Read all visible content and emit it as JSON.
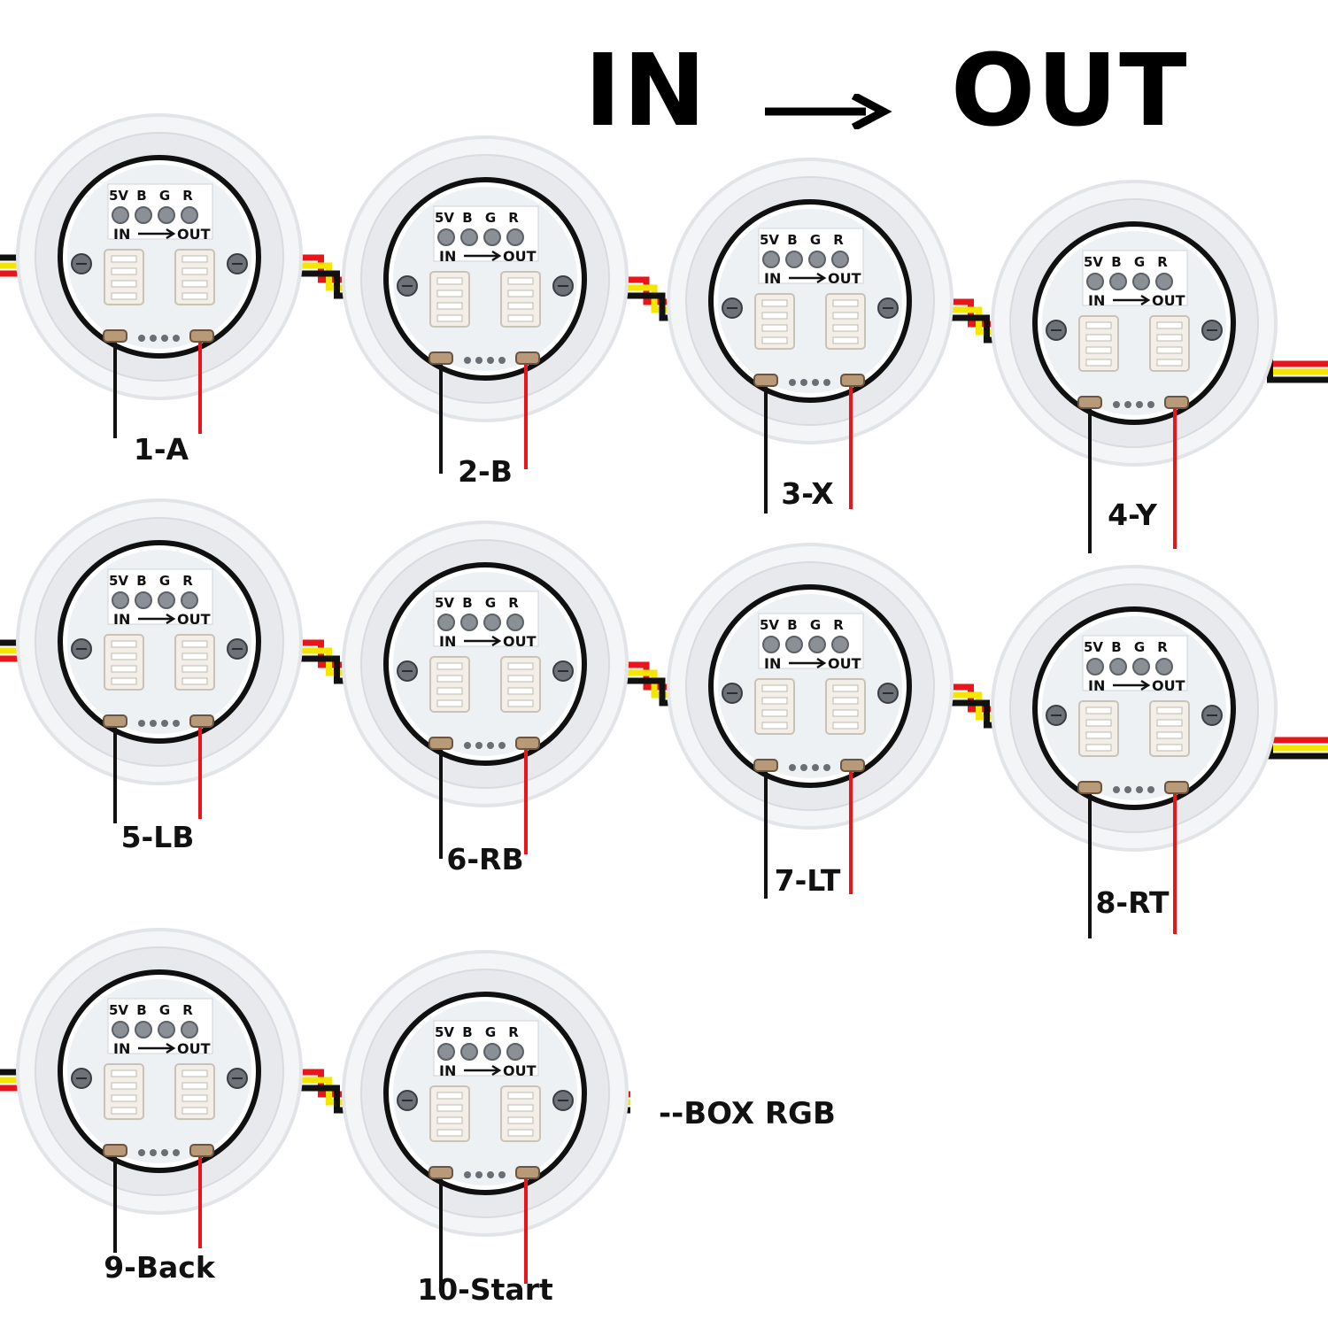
{
  "header": {
    "in_label": "IN",
    "out_label": "OUT",
    "arrow_icon": "right-arrow-icon"
  },
  "pcb": {
    "pin_5v": "5V",
    "pin_b": "B",
    "pin_g": "G",
    "pin_r": "R",
    "in_label": "IN",
    "out_label": "OUT"
  },
  "buttons": [
    {
      "label": "1-A"
    },
    {
      "label": "2-B"
    },
    {
      "label": "3-X"
    },
    {
      "label": "4-Y"
    },
    {
      "label": "5-LB"
    },
    {
      "label": "6-RB"
    },
    {
      "label": "7-LT"
    },
    {
      "label": "8-RT"
    },
    {
      "label": "9-Back"
    },
    {
      "label": "10-Start"
    }
  ],
  "output": {
    "box_label": "--BOX RGB"
  },
  "colors": {
    "wire_black": "#111111",
    "wire_yellow": "#f4e600",
    "wire_red": "#e8161b",
    "pcb_board": "#eef1f4",
    "button_rim": "#e7e9ec",
    "connector": "#f3efe8"
  }
}
